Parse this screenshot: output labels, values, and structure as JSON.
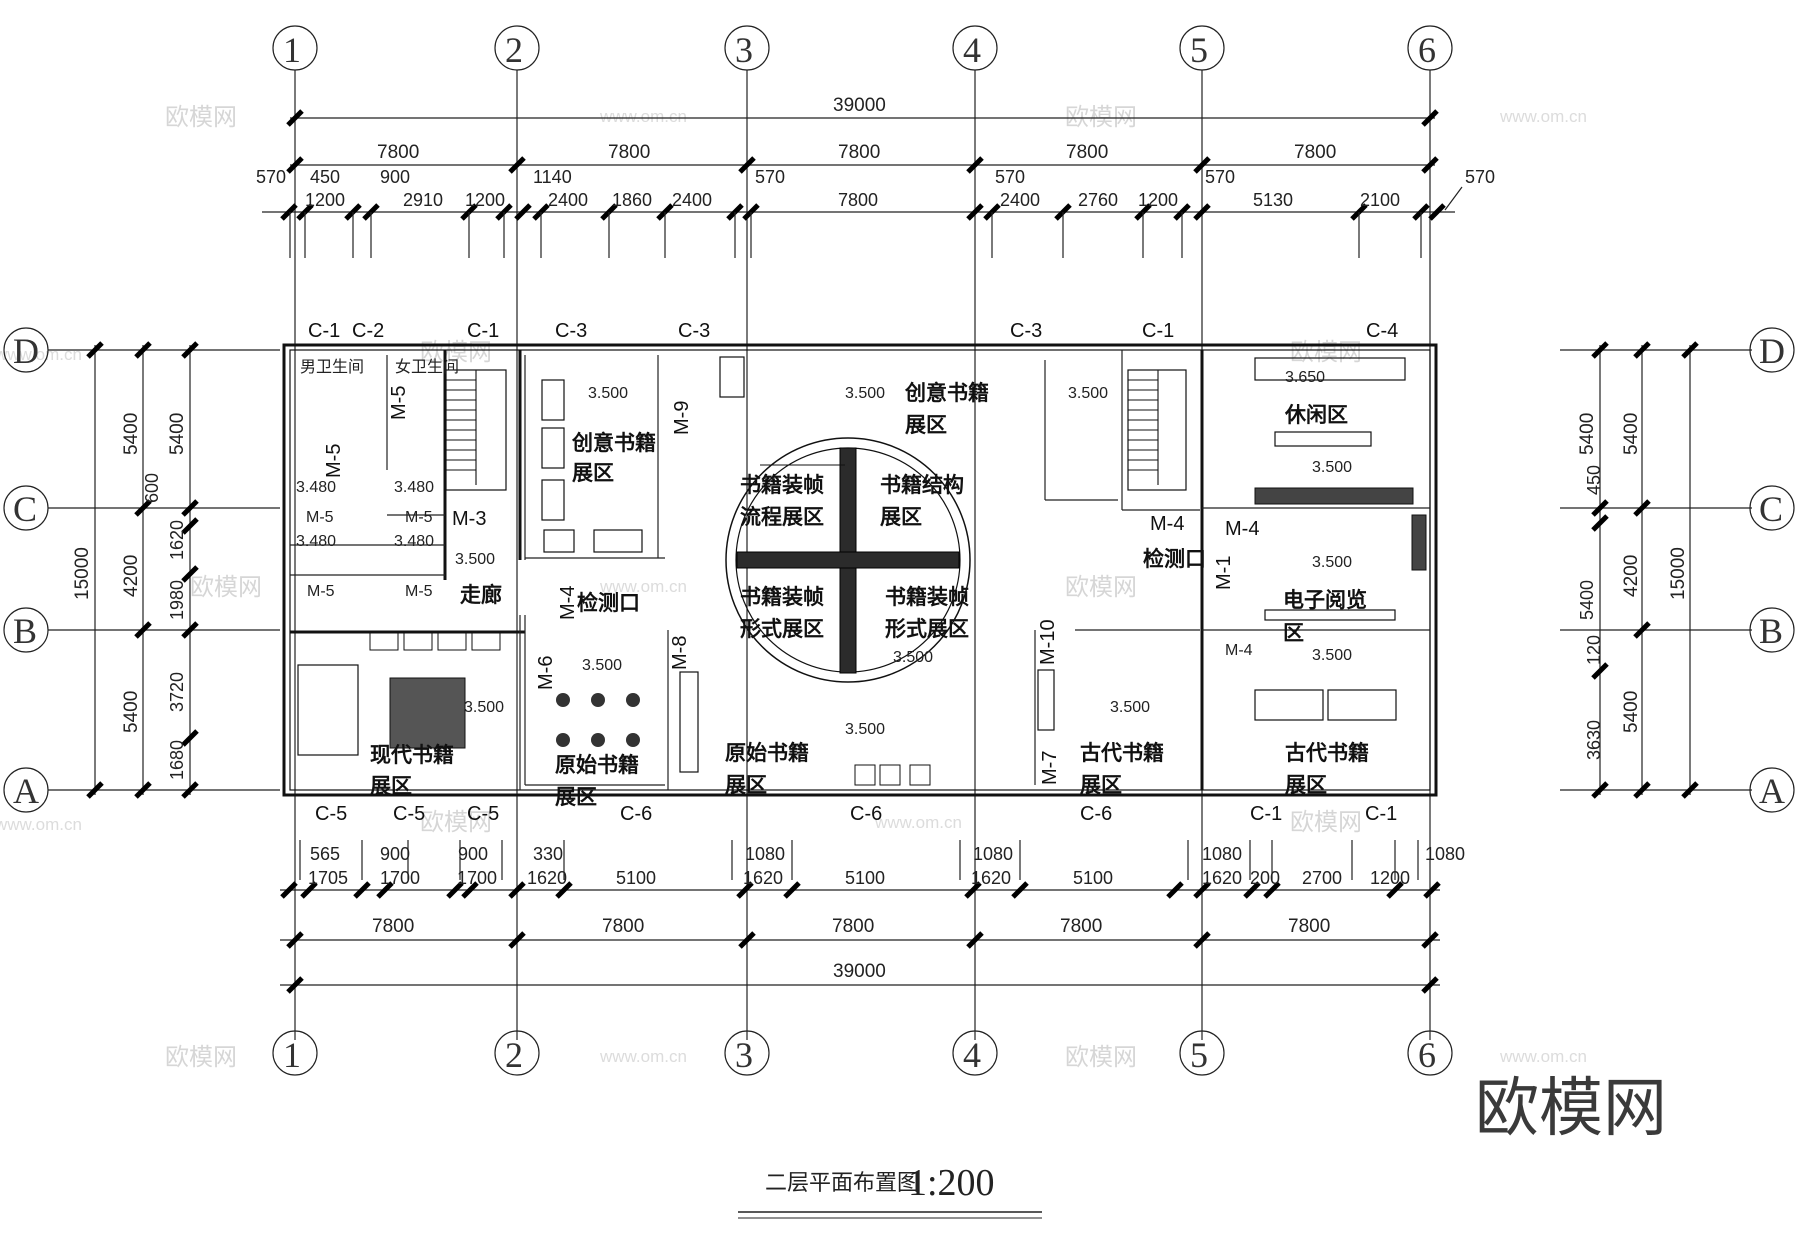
{
  "plan": {
    "title": "二层平面布置图",
    "scale": "1:200",
    "logo": "欧模网",
    "watermark": "欧模网",
    "watermark_url": "www.om.cn"
  },
  "axes": {
    "columns": [
      "1",
      "2",
      "3",
      "4",
      "5",
      "6"
    ],
    "rows": [
      "A",
      "B",
      "C",
      "D"
    ]
  },
  "dims_top": {
    "total": "39000",
    "bays": [
      "7800",
      "7800",
      "7800",
      "7800",
      "7800"
    ],
    "detail_upper": [
      "570",
      "450",
      "900",
      "1140",
      "570",
      "570",
      "570",
      "570"
    ],
    "detail_lower": [
      "1200",
      "2910",
      "1200",
      "2400",
      "1860",
      "2400",
      "7800",
      "2400",
      "2760",
      "1200",
      "5130",
      "2100"
    ]
  },
  "dims_bottom": {
    "total": "39000",
    "bays": [
      "7800",
      "7800",
      "7800",
      "7800",
      "7800"
    ],
    "detail_upper": [
      "565",
      "900",
      "900",
      "330",
      "1080",
      "1080",
      "1080",
      "1080"
    ],
    "detail_lower": [
      "1705",
      "1700",
      "1700",
      "1620",
      "5100",
      "1620",
      "5100",
      "1620",
      "5100",
      "1620",
      "200",
      "2700",
      "1200"
    ]
  },
  "dims_left": {
    "total": "15000",
    "bays": [
      "5400",
      "4200",
      "5400"
    ],
    "detail": [
      "5400",
      "600",
      "1620",
      "1980",
      "3720",
      "1680"
    ]
  },
  "dims_right": {
    "total": "15000",
    "bays": [
      "5400",
      "4200",
      "5400"
    ],
    "detail": [
      "5400",
      "450",
      "5400",
      "120",
      "3630"
    ]
  },
  "windows_top": [
    "C-1",
    "C-2",
    "C-1",
    "C-3",
    "C-3",
    "C-3",
    "C-1",
    "C-4"
  ],
  "windows_bottom": [
    "C-5",
    "C-5",
    "C-5",
    "C-6",
    "C-6",
    "C-6",
    "C-1",
    "C-1"
  ],
  "rooms": {
    "mens_toilet": "男卫生间",
    "womens_toilet": "女卫生间",
    "creative_left_1": "创意书籍",
    "creative_left_2": "展区",
    "creative_right_1": "创意书籍",
    "creative_right_2": "展区",
    "binding_process_1": "书籍装帧",
    "binding_process_2": "流程展区",
    "book_structure_1": "书籍结构",
    "book_structure_2": "展区",
    "binding_form_l_1": "书籍装帧",
    "binding_form_l_2": "形式展区",
    "binding_form_r_1": "书籍装帧",
    "binding_form_r_2": "形式展区",
    "corridor": "走廊",
    "checkpoint_l": "检测口",
    "checkpoint_r": "检测口",
    "lounge": "休闲区",
    "ebook_1": "电子阅览",
    "ebook_2": "区",
    "modern_1": "现代书籍",
    "modern_2": "展区",
    "primitive_a_1": "原始书籍",
    "primitive_a_2": "展区",
    "primitive_b_1": "原始书籍",
    "primitive_b_2": "展区",
    "ancient_a_1": "古代书籍",
    "ancient_a_2": "展区",
    "ancient_b_1": "古代书籍",
    "ancient_b_2": "展区"
  },
  "doors": {
    "m3": "M-3",
    "m4a": "M-4",
    "m4b": "M-4",
    "m4c": "M-4",
    "m4d": "M-4",
    "m5a": "M-5",
    "m5b": "M-5",
    "m5c": "M-5",
    "m5d": "M-5",
    "m5e": "M-5",
    "m5f": "M-5",
    "m6": "M-6",
    "m7": "M-7",
    "m8": "M-8",
    "m9": "M-9",
    "m10": "M-10",
    "m1": "M-1"
  },
  "elevations": {
    "e3500": "3.500",
    "e3480": "3.480",
    "e3650": "3.650"
  }
}
